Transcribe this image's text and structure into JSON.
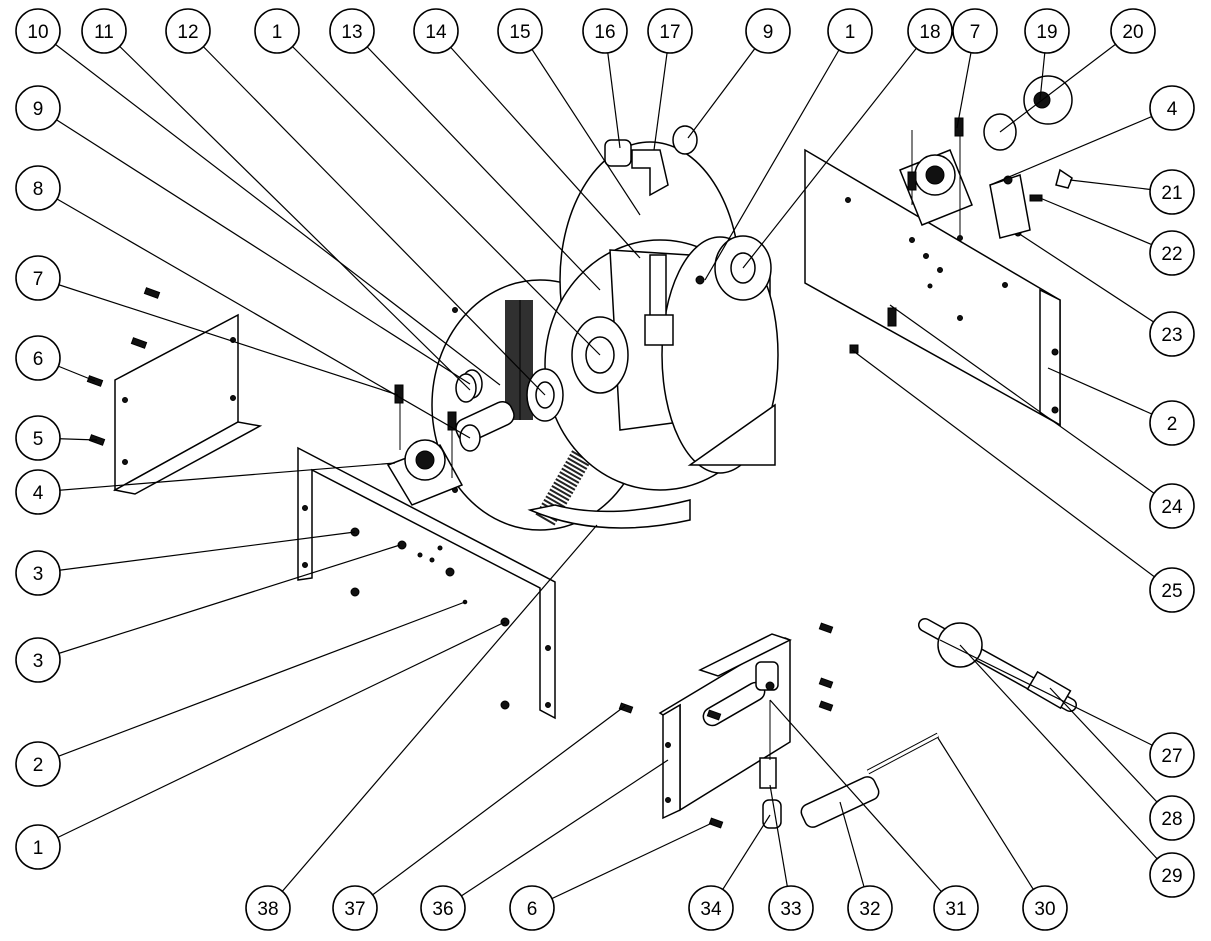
{
  "diagram": {
    "type": "exploded-parts-view",
    "callouts": [
      "10",
      "11",
      "12",
      "1",
      "13",
      "14",
      "15",
      "16",
      "17",
      "9",
      "1",
      "18",
      "7",
      "19",
      "20",
      "9",
      "4",
      "8",
      "21",
      "22",
      "7",
      "23",
      "6",
      "2",
      "5",
      "24",
      "4",
      "25",
      "3",
      "3",
      "27",
      "2",
      "28",
      "1",
      "29",
      "38",
      "37",
      "36",
      "6",
      "34",
      "33",
      "32",
      "31",
      "30"
    ]
  }
}
